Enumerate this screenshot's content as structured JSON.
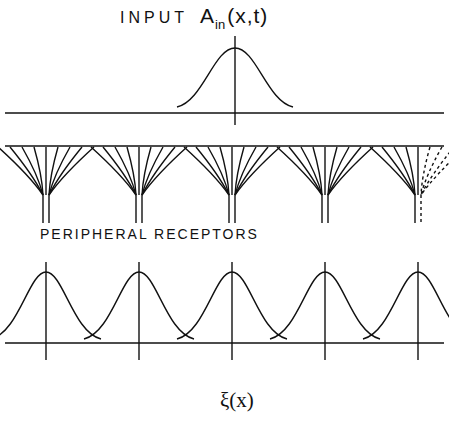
{
  "diagram": {
    "labels": [
      "INPUT",
      "A",
      "in",
      "(x,t)",
      "PERIPHERAL RECEPTORS",
      "ξ(x)"
    ]
  }
}
